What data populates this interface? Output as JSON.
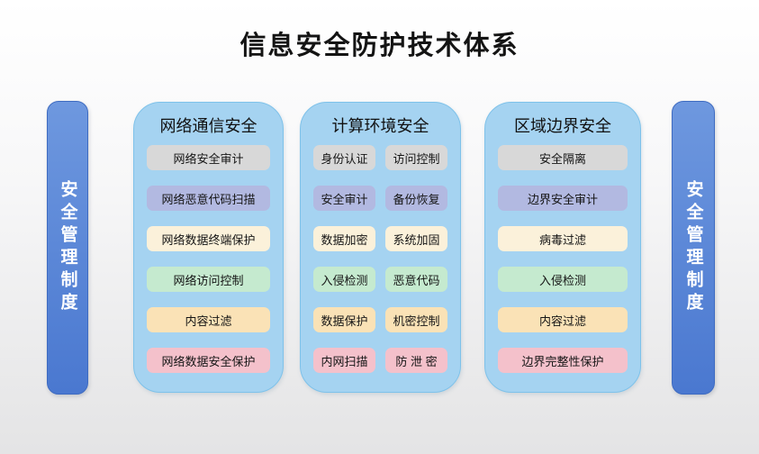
{
  "title": "信息安全防护技术体系",
  "side_bars": {
    "left": {
      "label": "安全管理制度"
    },
    "right": {
      "label": "安全管理制度"
    }
  },
  "palette": {
    "gray": "#d8d8d8",
    "lavender": "#b2b9e1",
    "cream": "#fbf1da",
    "green": "#c5eacf",
    "peach": "#fae2b6",
    "pink": "#f4c1cb",
    "column_fill": "#a5d3f1",
    "column_border": "#7ec2ea",
    "bar_gradient_top": "#6e98df",
    "bar_gradient_bottom": "#4a78d0",
    "bar_border": "#3e6bc1"
  },
  "columns": [
    {
      "name": "network-communication-security",
      "header": "网络通信安全",
      "layout": "single",
      "items": [
        {
          "label": "网络安全审计",
          "color": "gray"
        },
        {
          "label": "网络恶意代码扫描",
          "color": "lavender"
        },
        {
          "label": "网络数据终端保护",
          "color": "cream"
        },
        {
          "label": "网络访问控制",
          "color": "green"
        },
        {
          "label": "内容过滤",
          "color": "peach"
        },
        {
          "label": "网络数据安全保护",
          "color": "pink"
        }
      ]
    },
    {
      "name": "computing-environment-security",
      "header": "计算环境安全",
      "layout": "double",
      "rows": [
        [
          {
            "label": "身份认证",
            "color": "gray"
          },
          {
            "label": "访问控制",
            "color": "gray"
          }
        ],
        [
          {
            "label": "安全审计",
            "color": "lavender"
          },
          {
            "label": "备份恢复",
            "color": "lavender"
          }
        ],
        [
          {
            "label": "数据加密",
            "color": "cream"
          },
          {
            "label": "系统加固",
            "color": "cream"
          }
        ],
        [
          {
            "label": "入侵检测",
            "color": "green"
          },
          {
            "label": "恶意代码",
            "color": "green"
          }
        ],
        [
          {
            "label": "数据保护",
            "color": "peach"
          },
          {
            "label": "机密控制",
            "color": "peach"
          }
        ],
        [
          {
            "label": "内网扫描",
            "color": "pink"
          },
          {
            "label": "防 泄 密",
            "color": "pink"
          }
        ]
      ]
    },
    {
      "name": "area-boundary-security",
      "header": "区域边界安全",
      "layout": "single",
      "items": [
        {
          "label": "安全隔离",
          "color": "gray"
        },
        {
          "label": "边界安全审计",
          "color": "lavender"
        },
        {
          "label": "病毒过滤",
          "color": "cream"
        },
        {
          "label": "入侵检测",
          "color": "green"
        },
        {
          "label": "内容过滤",
          "color": "peach"
        },
        {
          "label": "边界完整性保护",
          "color": "pink"
        }
      ]
    }
  ]
}
